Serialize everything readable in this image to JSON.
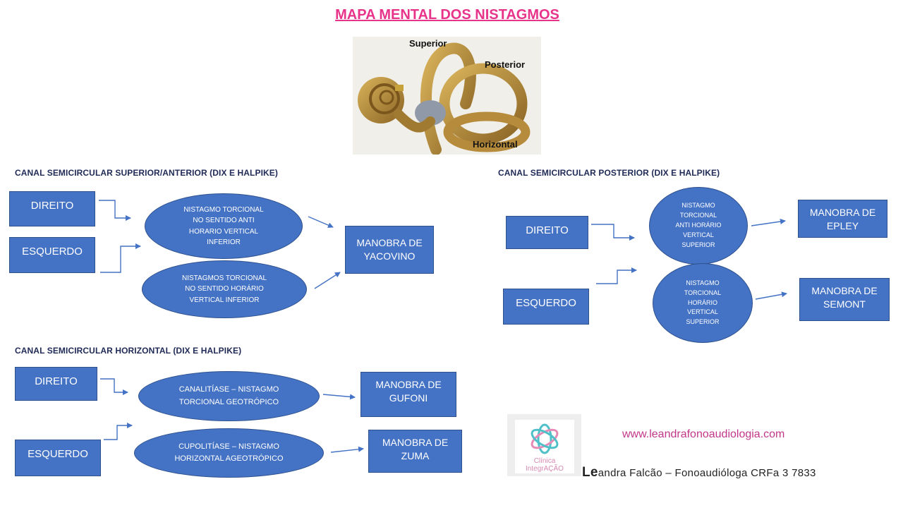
{
  "title": "MAPA MENTAL DOS NISTAGMOS",
  "ear_image": {
    "labels": {
      "superior": "Superior",
      "posterior": "Posterior",
      "horizontal": "Horizontal"
    }
  },
  "sections": {
    "superior": {
      "heading": "CANAL SEMICIRCULAR SUPERIOR/ANTERIOR (DIX E HALPIKE)",
      "direito": "DIREITO",
      "esquerdo": "ESQUERDO",
      "nystagmus_direito": "NISTAGMO TORCIONAL\nNO SENTIDO ANTI\nHORARIO VERTICAL\nINFERIOR",
      "nystagmus_esquerdo": "NISTAGMOS TORCIONAL\nNO SENTIDO HORÁRIO\nVERTICAL INFERIOR",
      "maneuver": "MANOBRA DE\nYACOVINO"
    },
    "posterior": {
      "heading": "CANAL SEMICIRCULAR POSTERIOR (DIX E HALPIKE)",
      "direito": "DIREITO",
      "esquerdo": "ESQUERDO",
      "nystagmus_direito": "NISTAGMO\nTORCIONAL\nANTI HORÁRIO\nVERTICAL\nSUPERIOR",
      "nystagmus_esquerdo": "NISTAGMO\nTORCIONAL\nHORÁRIO\nVERTICAL\nSUPERIOR",
      "maneuver_direito": "MANOBRA DE\nEPLEY",
      "maneuver_esquerdo": "MANOBRA DE\nSEMONT"
    },
    "horizontal": {
      "heading": "CANAL SEMICIRCULAR HORIZONTAL (DIX E HALPIKE)",
      "direito": "DIREITO",
      "esquerdo": "ESQUERDO",
      "nystagmus_direito": "CANALITÍASE – NISTAGMO\nTORCIONAL GEOTRÓPICO",
      "nystagmus_esquerdo": "CUPOLITÍASE – NISTAGMO\nHORIZONTAL AGEOTRÓPICO",
      "maneuver_direito": "MANOBRA DE\nGUFONI",
      "maneuver_esquerdo": "MANOBRA DE\nZUMA"
    }
  },
  "footer": {
    "logo_text": "Clínica\nIntegrAÇÃO",
    "url": "www.leandrafonoaudiologia.com",
    "signature_initial": "Le",
    "signature_rest": "andra Falcão – Fonoaudióloga CRFa 3 7833"
  },
  "colors": {
    "title": "#e8338b",
    "shape_fill": "#4472c4",
    "shape_border": "#2f528f",
    "heading": "#1f2a56",
    "url": "#c2378a"
  }
}
